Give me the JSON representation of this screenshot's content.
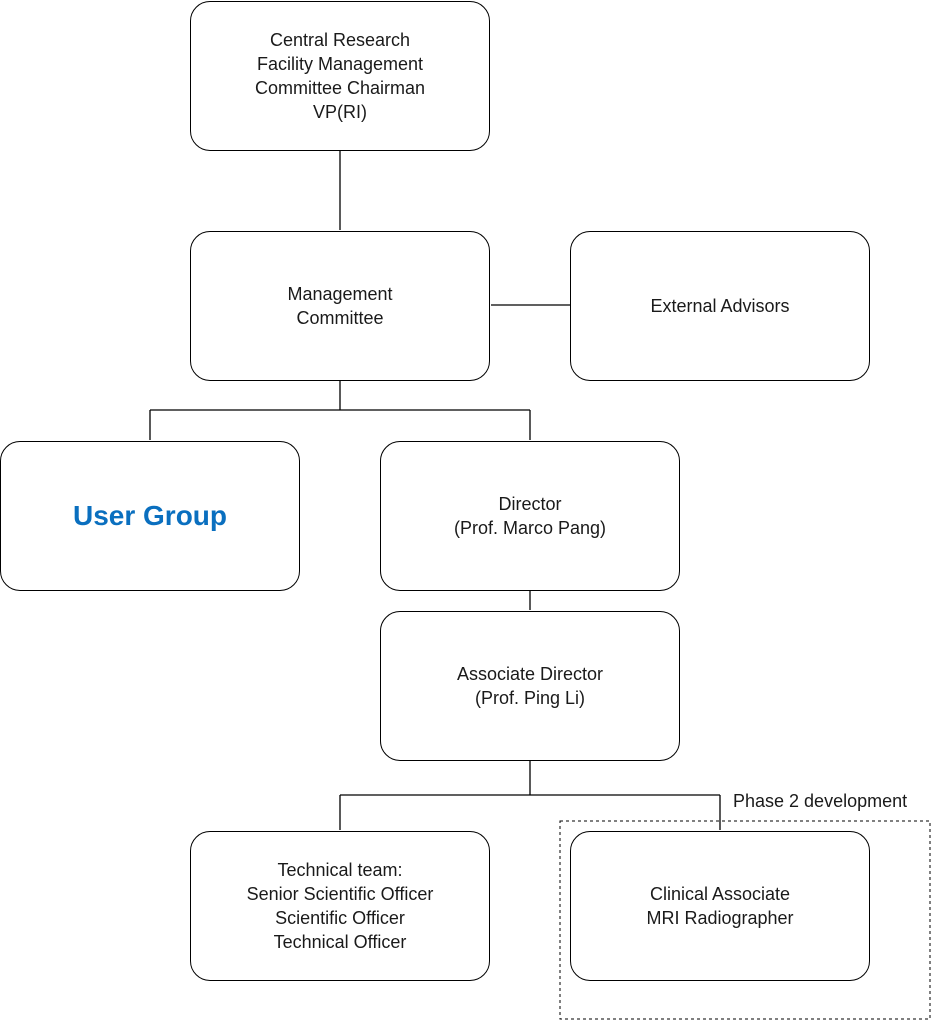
{
  "diagram": {
    "nodes": {
      "chairman": {
        "lines": [
          "Central Research",
          "Facility Management",
          "Committee Chairman",
          "VP(RI)"
        ]
      },
      "management": {
        "lines": [
          "Management",
          "Committee"
        ]
      },
      "external": {
        "lines": [
          "External Advisors"
        ]
      },
      "user_group": {
        "lines": [
          "User Group"
        ]
      },
      "director": {
        "lines": [
          "Director",
          "(Prof. Marco Pang)"
        ]
      },
      "associate_director": {
        "lines": [
          "Associate Director",
          "(Prof. Ping Li)"
        ]
      },
      "technical": {
        "lines": [
          "Technical team:",
          "Senior Scientific Officer",
          "Scientific Officer",
          "Technical Officer"
        ]
      },
      "clinical": {
        "lines": [
          "Clinical Associate",
          "MRI Radiographer"
        ]
      }
    },
    "phase_group": {
      "label": "Phase 2 development"
    },
    "colors": {
      "emphasis_text": "#0a6fbf",
      "stroke": "#000000"
    }
  }
}
